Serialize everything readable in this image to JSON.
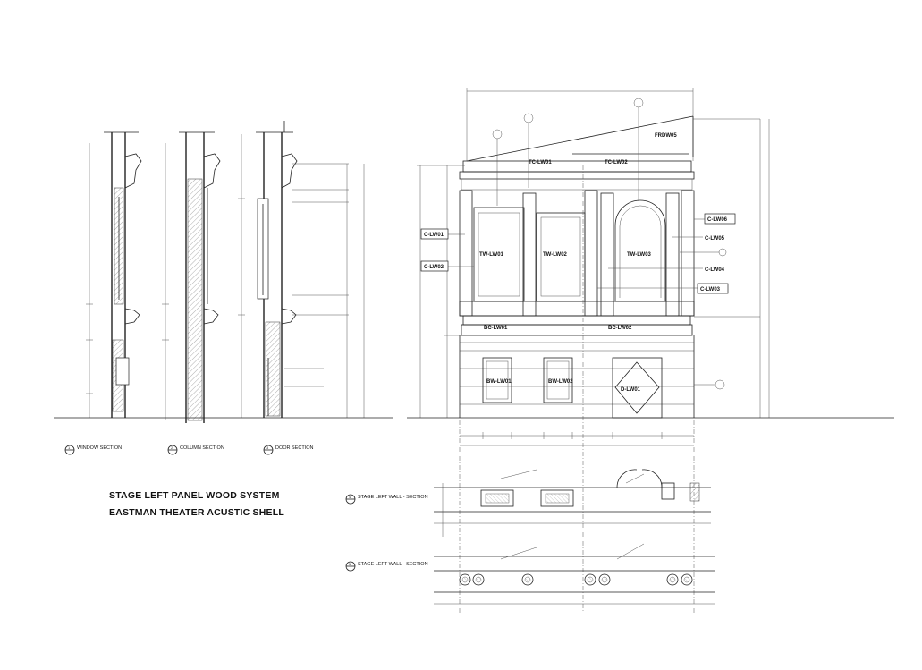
{
  "titles": {
    "line1": "STAGE LEFT PANEL WOOD SYSTEM",
    "line2": "EASTMAN THEATER ACUSTIC SHELL"
  },
  "section_titles": {
    "window": "WINDOW SECTION",
    "column": "COLUMN SECTION",
    "door": "DOOR SECTION",
    "plan_upper": "STAGE LEFT WALL - SECTION",
    "plan_lower": "STAGE LEFT WALL - SECTION"
  },
  "section_numbers": {
    "window": "1",
    "column": "2",
    "door": "3",
    "plan_upper": "4",
    "plan_lower": "5"
  },
  "tags": {
    "frdw05": "FRDW05",
    "tclw01": "TC-LW01",
    "tclw02": "TC-LW02",
    "clw01": "C-LW01",
    "clw02": "C-LW02",
    "clw03": "C-LW03",
    "clw04": "C-LW04",
    "clw05": "C-LW05",
    "clw06": "C-LW06",
    "twlw01": "TW-LW01",
    "twlw02": "TW-LW02",
    "twlw03": "TW-LW03",
    "bclw01": "BC-LW01",
    "bclw02": "BC-LW02",
    "bwlw01": "BW-LW01",
    "bwlw02": "BW-LW02",
    "dlw01": "D-LW01"
  }
}
